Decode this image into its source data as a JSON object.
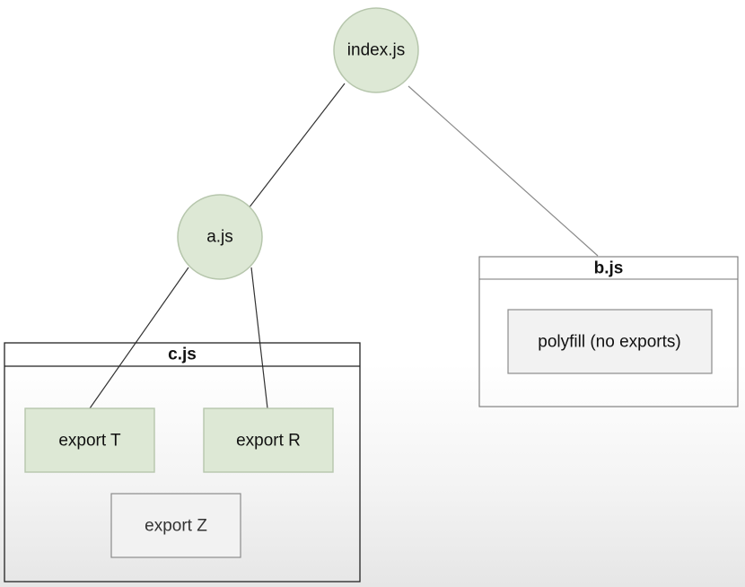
{
  "nodes": {
    "index": {
      "label": "index.js"
    },
    "a": {
      "label": "a.js"
    }
  },
  "modules": {
    "c": {
      "title": "c.js",
      "exports": {
        "t": "export T",
        "r": "export R",
        "z": "export Z"
      }
    },
    "b": {
      "title": "b.js",
      "content": "polyfill (no exports)"
    }
  },
  "colors": {
    "used_fill": "#dde8d5",
    "used_stroke": "#b6c6ac",
    "unused_fill": "#f2f2f2",
    "line": "#333333"
  }
}
